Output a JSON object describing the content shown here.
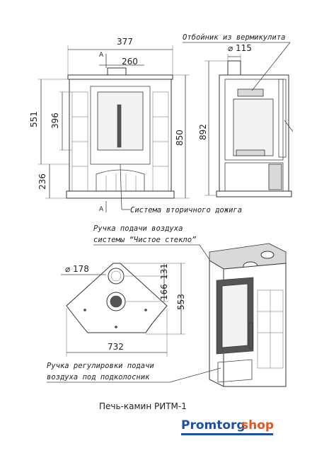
{
  "front_view": {
    "width_total": "377",
    "width_flue": "260",
    "height_firebox_outer": "551",
    "height_glass": "396",
    "height_total": "850",
    "height_base": "236",
    "section_mark_top": "A",
    "section_mark_bottom": "A"
  },
  "side_view": {
    "flue_diameter": "⌀ 115",
    "height_total": "892",
    "vermiculite_label": "Отбойник из вермикулита"
  },
  "secondary_burn_label": "Система вторичного дожига",
  "clean_glass_label_line1": "Ручка подачи воздуха",
  "clean_glass_label_line2": "системы “Чистое стекло”",
  "top_view": {
    "flue_diameter": "⌀ 178",
    "depth_offset": "131",
    "depth_center": "166",
    "depth_total": "553",
    "width_total": "732"
  },
  "ash_air_label_line1": "Ручка регулировки подачи",
  "ash_air_label_line2": "воздуха под подколосник",
  "caption": "Печь-камин РИТМ-1",
  "brand": {
    "part1": "Promtorg",
    "part2": "shop",
    "color1": "#1f4fa3",
    "color2": "#e8541c"
  }
}
